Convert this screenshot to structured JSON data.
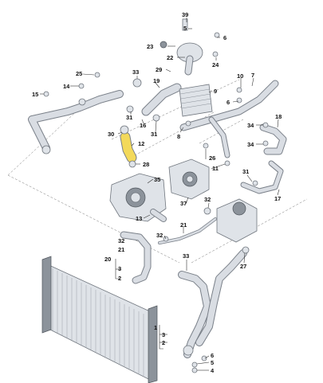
{
  "labels": {
    "l39": "39",
    "l5a": "5",
    "l6a": "6",
    "l23": "23",
    "l22": "22",
    "l24": "24",
    "l29": "29",
    "l33a": "33",
    "l19": "19",
    "l9": "9",
    "l25": "25",
    "l14": "14",
    "l15": "15",
    "l10": "10",
    "l7": "7",
    "l6b": "6",
    "l31a": "31",
    "l16": "16",
    "l31b": "31",
    "l30": "30",
    "l12": "12",
    "l8": "8",
    "l34a": "34",
    "l18": "18",
    "l34b": "34",
    "l28": "28",
    "l26": "26",
    "l11": "11",
    "l35": "35",
    "l31c": "31",
    "l17": "17",
    "l37": "37",
    "l32a": "32",
    "l13": "13",
    "l21": "21",
    "l32b": "32",
    "l32c": "32",
    "l21b": "21",
    "l20": "20",
    "l3a": "3",
    "l2a": "2",
    "l33b": "33",
    "l27": "27",
    "l1": "1",
    "l3b": "3",
    "l2b": "2",
    "l6c": "6",
    "l5b": "5",
    "l4": "4"
  },
  "colors": {
    "highlight": "#f3d95a",
    "part": "#dfe3e8",
    "outline": "#6f757d"
  }
}
